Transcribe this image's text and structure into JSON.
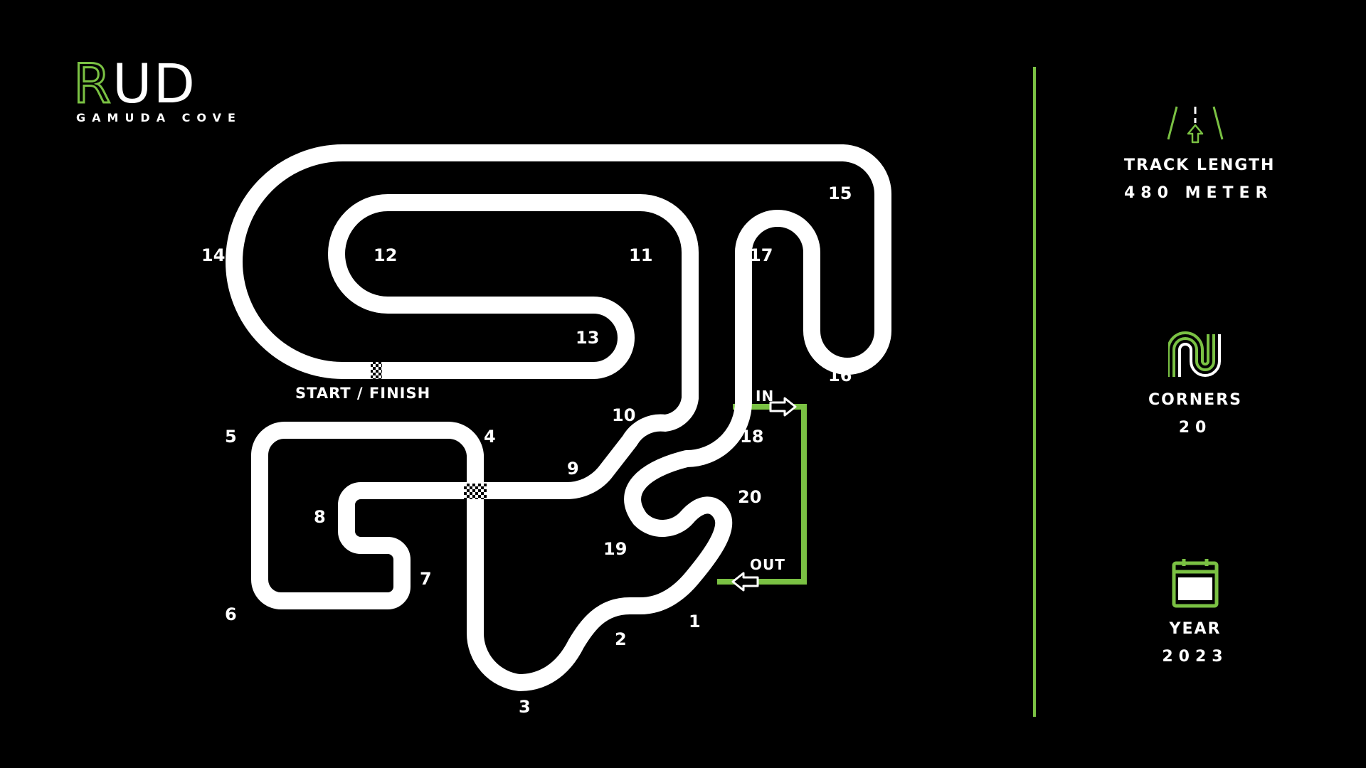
{
  "brand": {
    "name_r": "R",
    "name_rest": "UD",
    "subtitle": "GAMUDA COVE"
  },
  "map": {
    "start_finish_label": "START / FINISH",
    "pit_in_label": "IN",
    "pit_out_label": "OUT",
    "corners": [
      "1",
      "2",
      "3",
      "4",
      "5",
      "6",
      "7",
      "8",
      "9",
      "10",
      "11",
      "12",
      "13",
      "14",
      "15",
      "16",
      "17",
      "18",
      "19",
      "20"
    ],
    "colors": {
      "track": "#ffffff",
      "pit_lane": "#7ac143",
      "background": "#000000"
    }
  },
  "stats": {
    "track_length": {
      "label": "TRACK LENGTH",
      "value": "480 METER",
      "icon": "road-icon"
    },
    "corners": {
      "label": "CORNERS",
      "value": "20",
      "icon": "curve-icon"
    },
    "year": {
      "label": "YEAR",
      "value": "2023",
      "icon": "calendar-icon"
    }
  },
  "accent_color": "#7ac143"
}
